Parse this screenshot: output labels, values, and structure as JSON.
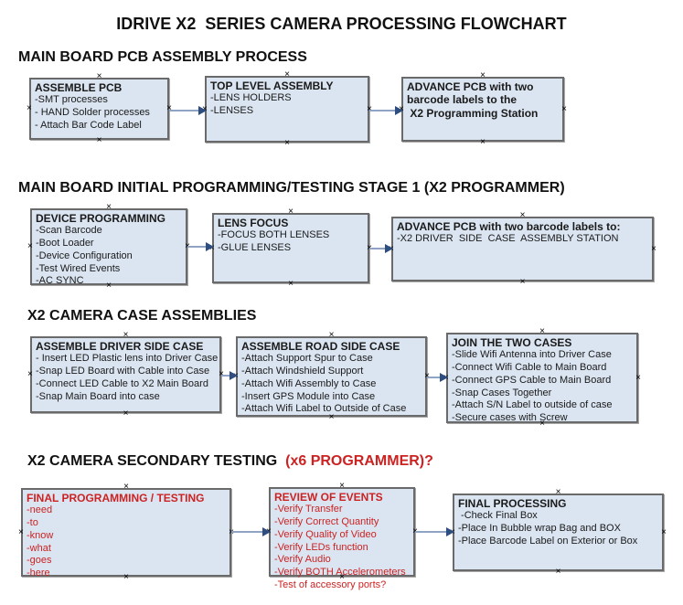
{
  "title": "IDRIVE X2  SERIES CAMERA PROCESSING FLOWCHART",
  "colors": {
    "box_fill": "#dbe5f1",
    "box_border": "#6a6a6a",
    "connector_line": "#8fa3c4",
    "connector_arrow": "#2e4d80",
    "red_text": "#cc2222"
  },
  "sections": [
    {
      "heading": "MAIN BOARD PCB ASSEMBLY PROCESS",
      "heading_red": "",
      "boxes": [
        {
          "title": "ASSEMBLE PCB",
          "lines": [
            "-SMT processes",
            "- HAND Solder processes",
            "- Attach Bar Code Label"
          ]
        },
        {
          "title": "TOP LEVEL ASSEMBLY",
          "lines": [
            "-LENS HOLDERS",
            "-LENSES"
          ]
        },
        {
          "title": "ADVANCE PCB with two\nbarcode labels to the\n X2 Programming Station",
          "lines": []
        }
      ]
    },
    {
      "heading": "MAIN BOARD INITIAL PROGRAMMING/TESTING STAGE 1 (X2 PROGRAMMER)",
      "heading_red": "",
      "boxes": [
        {
          "title": "DEVICE PROGRAMMING",
          "lines": [
            "-Scan Barcode",
            "-Boot Loader",
            "-Device Configuration",
            "-Test Wired Events",
            "-AC SYNC"
          ]
        },
        {
          "title": "LENS FOCUS",
          "lines": [
            "-FOCUS BOTH LENSES",
            "-GLUE LENSES"
          ]
        },
        {
          "title": "ADVANCE PCB with two barcode labels to:",
          "lines": [
            "-X2 DRIVER  SIDE  CASE  ASSEMBLY STATION"
          ]
        }
      ]
    },
    {
      "heading": "X2 CAMERA CASE ASSEMBLIES",
      "heading_red": "",
      "boxes": [
        {
          "title": "ASSEMBLE DRIVER SIDE CASE",
          "lines": [
            "- Insert LED Plastic lens into Driver Case",
            "-Snap LED Board with Cable into Case",
            "-Connect LED Cable to X2 Main Board",
            "-Snap Main Board into case"
          ]
        },
        {
          "title": "ASSEMBLE ROAD SIDE CASE",
          "lines": [
            "-Attach Support Spur to Case",
            "-Attach Windshield Support",
            "-Attach Wifi Assembly to Case",
            "-Insert GPS Module into Case",
            "-Attach Wifi Label to Outside of Case"
          ]
        },
        {
          "title": "JOIN THE TWO CASES",
          "lines": [
            "-Slide Wifi Antenna into Driver Case",
            "-Connect Wifi Cable to Main Board",
            "-Connect GPS Cable to Main Board",
            "-Snap Cases Together",
            "-Attach S/N Label to outside of case",
            "-Secure cases with Screw"
          ]
        }
      ]
    },
    {
      "heading": "X2 CAMERA SECONDARY TESTING ",
      "heading_red": " (x6 PROGRAMMER)?",
      "boxes": [
        {
          "title": "FINAL PROGRAMMING / TESTING",
          "lines": [
            "-need",
            "-to",
            "-know",
            "-what",
            "-goes",
            "-here"
          ]
        },
        {
          "title": "REVIEW OF EVENTS",
          "lines": [
            "-Verify Transfer",
            "-Verify Correct Quantity",
            "-Verify Quality of Video",
            "-Verify LEDs function",
            "-Verify Audio",
            "-Verify BOTH Accelerometers",
            "-Test of accessory ports?"
          ]
        },
        {
          "title": "FINAL PROCESSING",
          "lines": [
            " -Check Final Box",
            "-Place In Bubble wrap Bag and BOX",
            "-Place Barcode Label on Exterior or Box"
          ]
        }
      ]
    }
  ]
}
